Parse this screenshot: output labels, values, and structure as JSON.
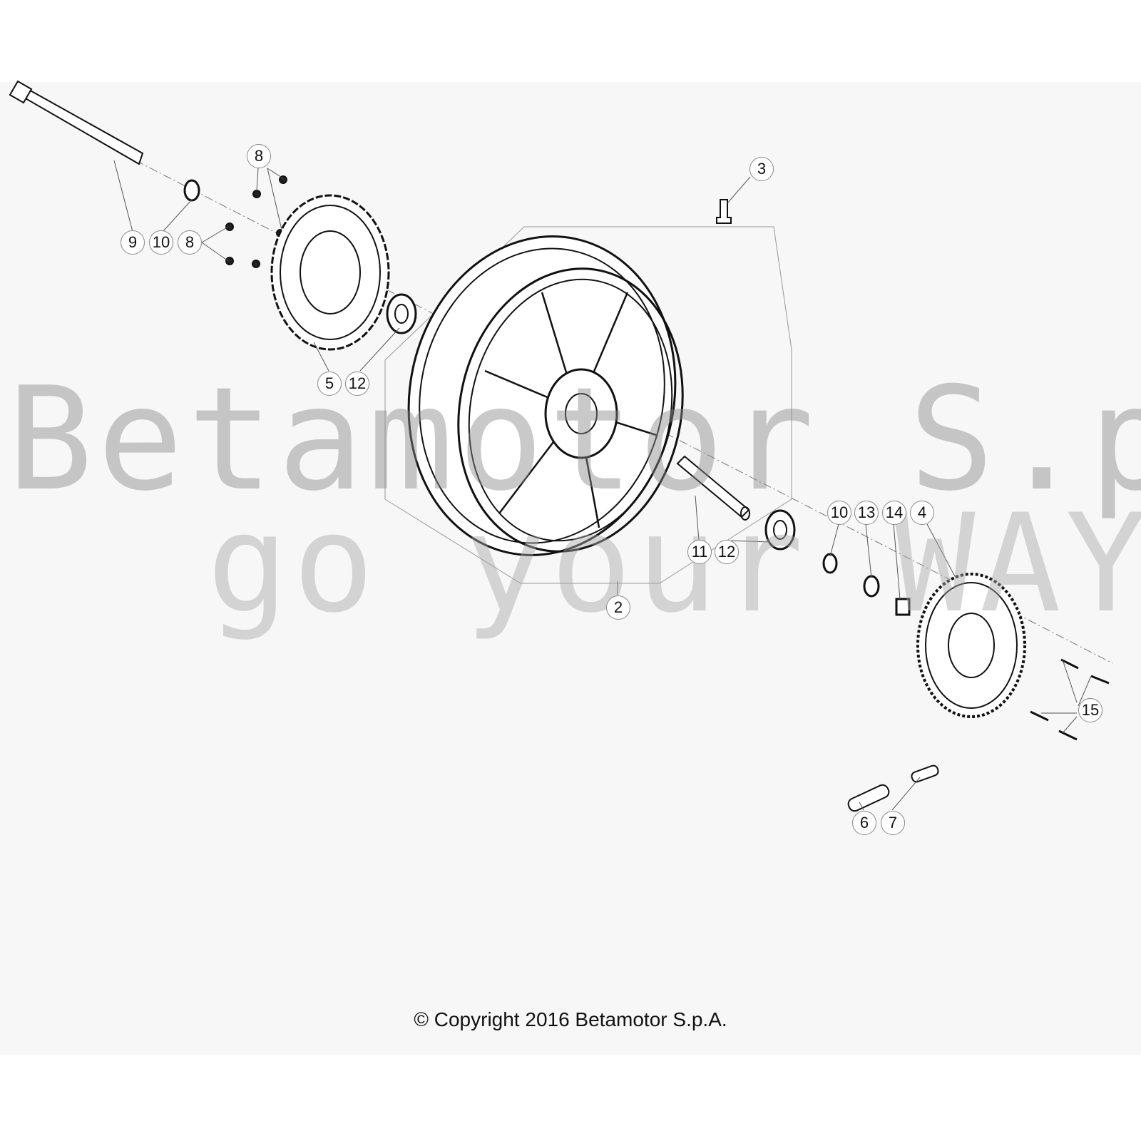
{
  "watermark": {
    "line1": "Betamotor S.p.A.",
    "line2": "go your WAY"
  },
  "callouts": [
    {
      "id": "c9",
      "label": "9"
    },
    {
      "id": "c10a",
      "label": "10"
    },
    {
      "id": "c8a",
      "label": "8"
    },
    {
      "id": "c8b",
      "label": "8"
    },
    {
      "id": "c3",
      "label": "3"
    },
    {
      "id": "c5",
      "label": "5"
    },
    {
      "id": "c12a",
      "label": "12"
    },
    {
      "id": "c11",
      "label": "11"
    },
    {
      "id": "c12b",
      "label": "12"
    },
    {
      "id": "c10b",
      "label": "10"
    },
    {
      "id": "c13",
      "label": "13"
    },
    {
      "id": "c14",
      "label": "14"
    },
    {
      "id": "c4",
      "label": "4"
    },
    {
      "id": "c2",
      "label": "2"
    },
    {
      "id": "c15",
      "label": "15"
    },
    {
      "id": "c6",
      "label": "6"
    },
    {
      "id": "c7",
      "label": "7"
    }
  ],
  "copyright": "© Copyright 2016 Betamotor S.p.A."
}
